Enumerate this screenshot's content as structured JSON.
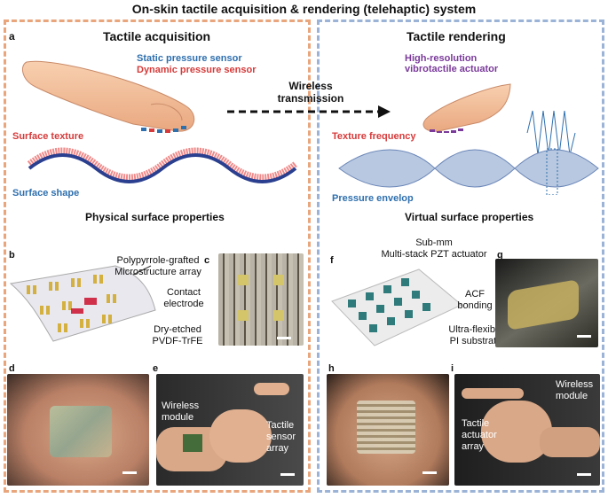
{
  "title": "On-skin tactile acquisition & rendering (telehaptic) system",
  "left": {
    "panel_letter": "a",
    "header": "Tactile acquisition",
    "sensor_static": "Static pressure sensor",
    "sensor_dynamic": "Dynamic pressure sensor",
    "surface_texture": "Surface texture",
    "surface_shape": "Surface shape",
    "caption": "Physical surface properties",
    "b": {
      "letter": "b",
      "label1_line1": "Polypyrrole-grafted",
      "label1_line2": "Microstructure array",
      "label2_line1": "Contact",
      "label2_line2": "electrode",
      "label3_line1": "Dry-etched",
      "label3_line2": "PVDF-TrFE"
    },
    "c": {
      "letter": "c"
    },
    "d": {
      "letter": "d"
    },
    "e": {
      "letter": "e",
      "wireless_line1": "Wireless",
      "wireless_line2": "module",
      "sensor_line1": "Tactile",
      "sensor_line2": "sensor",
      "sensor_line3": "array"
    }
  },
  "middle": {
    "line1": "Wireless",
    "line2": "transmission"
  },
  "right": {
    "header": "Tactile rendering",
    "actuator_line1": "High-resolution",
    "actuator_line2": "vibrotactile actuator",
    "texture_frequency": "Texture frequency",
    "pressure_envelop": "Pressure envelop",
    "caption": "Virtual surface properties",
    "f": {
      "letter": "f",
      "label1_line1": "Sub-mm",
      "label1_line2": "Multi-stack PZT actuator",
      "label2_line1": "ACF",
      "label2_line2": "bonding",
      "label3_line1": "Ultra-flexible",
      "label3_line2": "PI substrate"
    },
    "g": {
      "letter": "g"
    },
    "h": {
      "letter": "h"
    },
    "i": {
      "letter": "i",
      "wireless_line1": "Wireless",
      "wireless_line2": "module",
      "act_line1": "Tactile",
      "act_line2": "actuator",
      "act_line3": "array"
    }
  },
  "colors": {
    "left_border": "#e9a57c",
    "right_border": "#9bb3d6",
    "blue": "#2e6fae",
    "red": "#d63a3a",
    "purple": "#7a3a9a"
  }
}
